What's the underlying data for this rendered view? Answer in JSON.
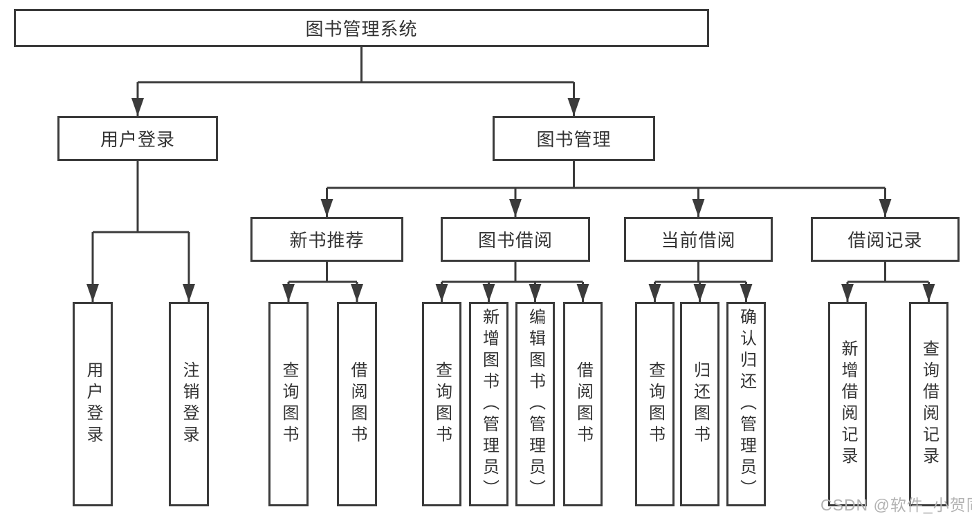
{
  "diagram": {
    "type": "hierarchy-tree",
    "colors": {
      "line": "#3b3b3b",
      "box_border": "#3b3b3b",
      "box_fill": "#ffffff",
      "text": "#333333",
      "watermark": "#b2b2b2",
      "background": "#ffffff"
    },
    "tree": {
      "label": "图书管理系统",
      "children": [
        {
          "label": "用户登录",
          "children": [
            {
              "label": "用户登录"
            },
            {
              "label": "注销登录"
            }
          ]
        },
        {
          "label": "图书管理",
          "children": [
            {
              "label": "新书推荐",
              "children": [
                {
                  "label": "查询图书"
                },
                {
                  "label": "借阅图书"
                }
              ]
            },
            {
              "label": "图书借阅",
              "children": [
                {
                  "label": "查询图书"
                },
                {
                  "label": "新增图书（管理员）"
                },
                {
                  "label": "编辑图书（管理员）"
                },
                {
                  "label": "借阅图书"
                }
              ]
            },
            {
              "label": "当前借阅",
              "children": [
                {
                  "label": "查询图书"
                },
                {
                  "label": "归还图书"
                },
                {
                  "label": "确认归还（管理员）"
                }
              ]
            },
            {
              "label": "借阅记录",
              "children": [
                {
                  "label": "新增借阅记录"
                },
                {
                  "label": "查询借阅记录"
                }
              ]
            }
          ]
        }
      ]
    },
    "watermark": {
      "text": "CSDN @软件_小贺同学"
    }
  }
}
